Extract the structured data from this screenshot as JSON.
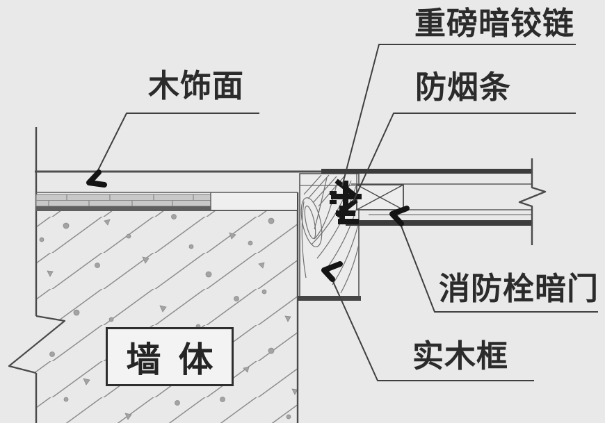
{
  "diagram": {
    "type": "construction-detail-section",
    "labels": {
      "heavy_duty_concealed_hinge": "重磅暗铰链",
      "smoke_seal_strip": "防烟条",
      "wood_veneer": "木饰面",
      "fire_hydrant_concealed_door": "消防栓暗门",
      "solid_wood_frame": "实木框",
      "wall_body": "墙  体"
    },
    "colors": {
      "background": "#e9e9e9",
      "line": "#4a4a4a",
      "thick_band": "#3c3c3c",
      "annotation_black": "#141414",
      "veneer_fill": "#c8c8c8",
      "hatch": "#8d8d8d",
      "text": "#2b2b2b"
    }
  }
}
